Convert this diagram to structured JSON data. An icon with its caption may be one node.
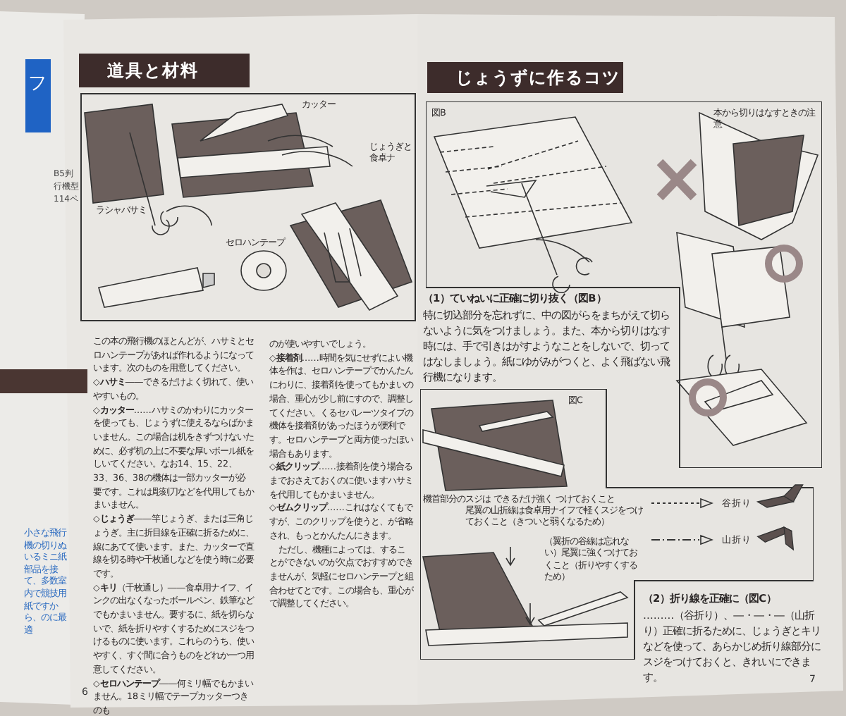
{
  "diagram": {
    "nodes": [
      {
        "text": [
          "道具と材料"
        ]
      },
      {
        "text": [
          "カッター",
          "じょうぎと食卓ナ",
          "ラシャバサミ",
          "セロハンテープ"
        ]
      },
      {
        "text": [
          "じょうずに作るコツ"
        ]
      },
      {
        "text": [
          "図B",
          "本から切りはなすときの注意"
        ]
      },
      {
        "text": [
          "図C",
          "機首部分のスジは できるだけ強く つけておくこと",
          "尾翼の山折線は食卓用ナイフで軽くスジをつけておくこと（きついと弱くなるため）",
          "（翼折の谷線は忘れない）尾翼に強くつけておくこと（折りやすくするため）"
        ]
      }
    ],
    "labels": [
      "フ",
      "B5判",
      "行機型",
      "114ペ",
      "小さな飛行機の切りぬいるミニ紙部品を接て、多数室内で競技用紙ですから、のに最適",
      "この本の飛行機のほとんどが、ハサミとセロハンテープがあれば作れるようになっています。次のものを用意してください。",
      "**◇ハサミ**――できるだけよく切れて、使いやすいもの。",
      "**◇カッター**……ハサミのかわりにカッターを使っても、じょうずに使えるならばかまいません。この場合は机をきずつけないために、必ず机の上に不要な厚いボール紙をしいてください。なお14、15、22、33、36、38の機体は一部カッターが必要です。これは彫刻刀などを代用してもかまいません。",
      "**◇じょうぎ**――竿じょうぎ、または三角じょうぎ。主に折目線を正確に折るために、線にあてて使います。また、カッターで直線を切る時や千枚通しなどを使う時に必要です。",
      "**◇キリ**（千枚通し）――食卓用ナイフ、インクの出なくなったボールペン、鉄筆などでもかまいません。要するに、紙を切らないで、紙を折りやすくするためにスジをつけるものに使います。これらのうち、使いやすく、すぐ間に合うものをどれか一つ用意してください。",
      "**◇セロハンテープ**――何ミリ幅でもかまいません。18ミリ幅でテープカッターつきのも",
      "のが使いやすいでしょう。",
      "**◇接着剤**……時間を気にせずによい機体を作は、セロハンテープでかんたんにわりに、接着剤を使ってもかまいの場合、重心が少し前にすので、調整してください。くるセパレーツタイプの機体を接着剤があったほうが便利です。セロハンテープと両方使ったほい場合もあります。",
      "**◇紙クリップ**……接着剤を使う場合るまでおさえておくのに使いますハサミを代用してもかまいません。",
      "**◇ゼムクリップ**……これはなくてもですが、このクリップを使うと、が省略され、もっとかんたんにきます。",
      "ただし、機種によっては、することができないのが欠点でおすすめできませんが、気軽にセロハンテープと組合わせてとです。この場合も、重心がで調整してください。",
      "6",
      "（1）ていねいに正確に切り抜く（図B）",
      "特に切込部分を忘れずに、中の図がらをまちがえて切らないように気をつけましょう。また、本から切りはなす時には、手で引きはがすようなことをしないで、切ってはなしましょう。紙にゆがみがつくと、よく飛ばない飛行機になります。",
      "（2）折り線を正確に（図C）",
      "………（谷折り）、―・―・―（山折り）正確に折るために、じょうぎとキリなどを使って、あらかじめ折り線部分にスジをつけておくと、きれいにできます。",
      "7"
    ],
    "legend": [
      {
        "text": "谷折り"
      },
      {
        "text": "山折り"
      }
    ]
  }
}
